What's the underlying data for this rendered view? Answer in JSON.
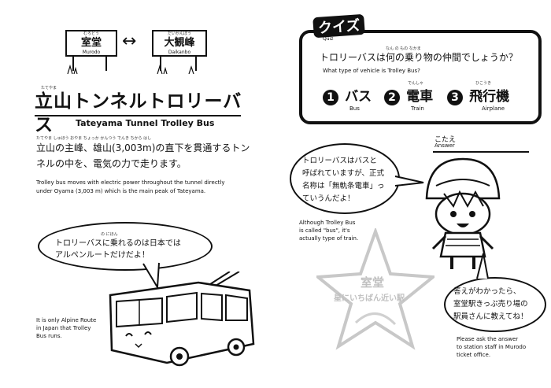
{
  "left": {
    "sign_from": {
      "jp": "室堂",
      "romaji": "Murodo",
      "ruby": "むろどう"
    },
    "sign_to": {
      "jp": "大観峰",
      "romaji": "Daikanbo",
      "ruby": "だいかんぼう"
    },
    "arrow": "↔",
    "title_jp": "立山トンネルトロリーバス",
    "title_ruby": "たてやま",
    "title_en": "Tateyama Tunnel Trolley Bus",
    "desc_jp_line1": "立山の主峰、雄山(3,003m)の直下を貫通するトン",
    "desc_jp_line2": "ネルの中を、電気の力で走ります。",
    "desc_ruby": "たてやま しゅほう おやま ちょっか かんつう でんき ちから はし",
    "desc_en_line1": "Trolley bus moves with electric power throughout the tunnel directly",
    "desc_en_line2": "under Oyama (3,003 m) which is the main peak of Tateyama.",
    "bubble_line1": "トロリーバスに乗れるのは日本では",
    "bubble_line2": "アルペンルートだけだよ！",
    "bubble_ruby": "の にほん",
    "caption": [
      "It is only Alpine Route",
      "in Japan that Trolley",
      "Bus runs."
    ]
  },
  "right": {
    "quiz_label": "クイズ",
    "quiz_label_en": "Quiz",
    "question_jp": "トロリーバスは何の乗り物の仲間でしょうか？",
    "question_ruby": "なん の もの なかま",
    "question_en": "What type of vehicle is Trolley Bus?",
    "options": [
      {
        "num": "1",
        "jp": "バス",
        "en": "Bus",
        "ruby": ""
      },
      {
        "num": "2",
        "jp": "電車",
        "en": "Train",
        "ruby": "でんしゃ"
      },
      {
        "num": "3",
        "jp": "飛行機",
        "en": "Airplane",
        "ruby": "ひこうき"
      }
    ],
    "answer_jp": "こたえ",
    "answer_en": "Answer",
    "bubble1_line1": "トロリーバスはバスと",
    "bubble1_line2": "呼ばれていますが、正式",
    "bubble1_line3": "名称は「無軌条電車」っ",
    "bubble1_line4": "ていうんだよ！",
    "caption1": [
      "Although Trolley Bus",
      "is called \"bus\", it's",
      "actually type of train."
    ],
    "stamp_top": "室堂",
    "stamp_text": "星にいちばん近い駅",
    "bubble2_line1": "答えがわかったら、",
    "bubble2_line2": "室堂駅きっぷ売り場の",
    "bubble2_line3": "駅員さんに教えてね！",
    "caption2": [
      "Please ask the answer",
      "to station staff in Murodo",
      "ticket office."
    ]
  }
}
